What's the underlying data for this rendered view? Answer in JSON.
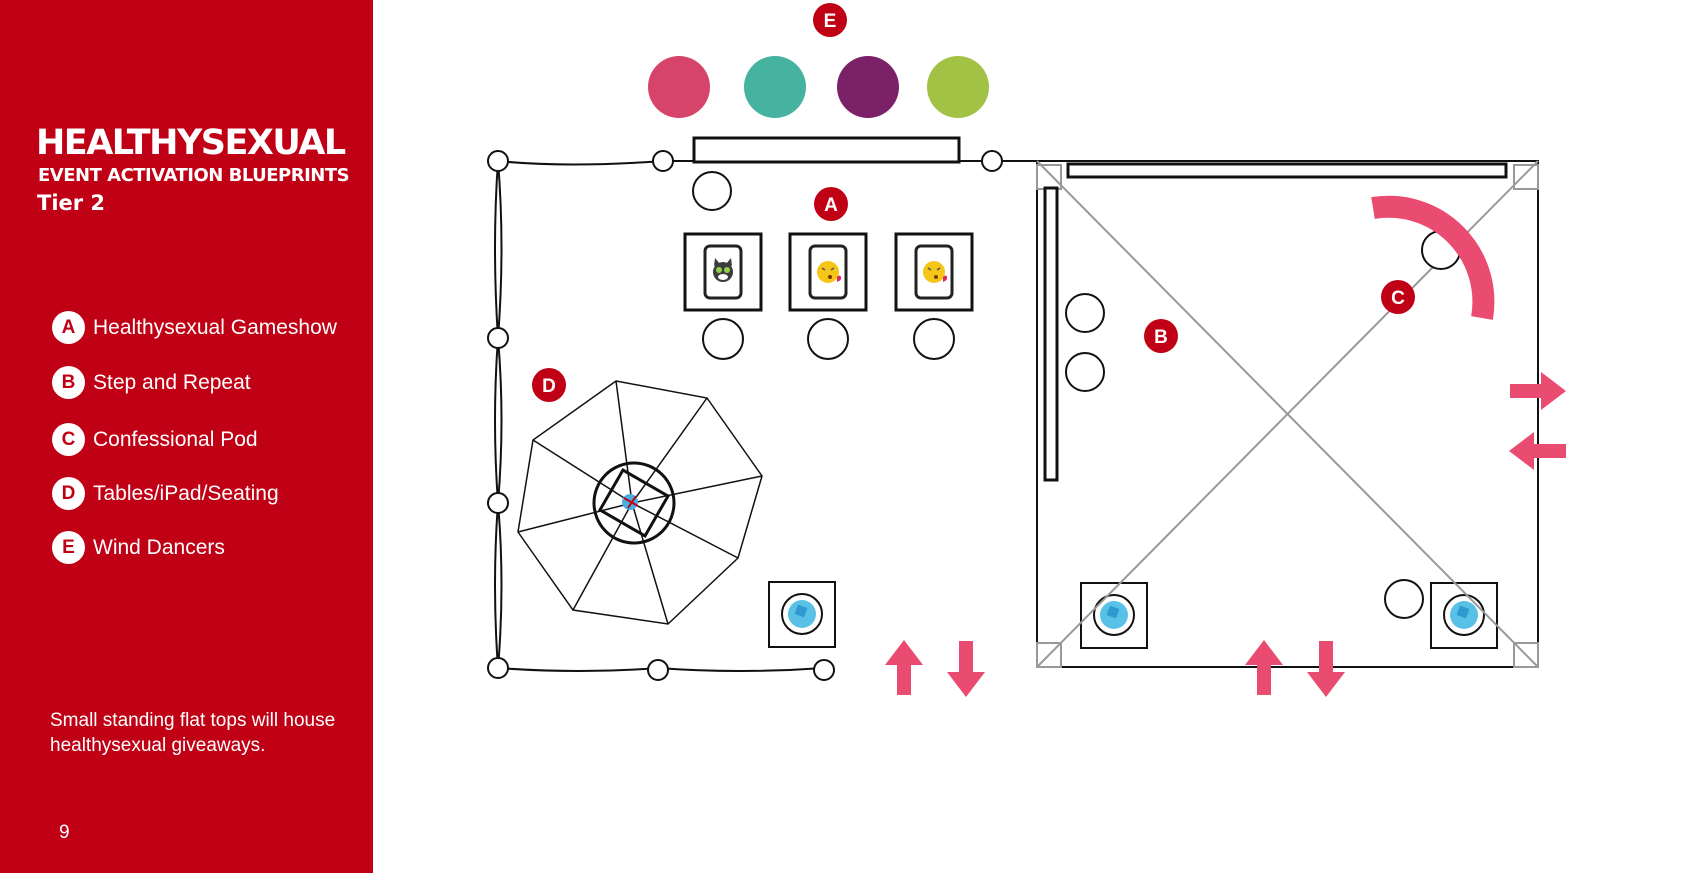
{
  "sidebar": {
    "brand": "HEALTHYSEXUAL",
    "subtitle": "EVENT ACTIVATION BLUEPRINTS",
    "tier": "Tier 2",
    "legend": [
      {
        "letter": "A",
        "label": "Healthysexual Gameshow"
      },
      {
        "letter": "B",
        "label": "Step and Repeat"
      },
      {
        "letter": "C",
        "label": "Confessional Pod"
      },
      {
        "letter": "D",
        "label": "Tables/iPad/Seating"
      },
      {
        "letter": "E",
        "label": "Wind Dancers"
      }
    ],
    "note": "Small standing flat tops will house healthysexual giveaways.",
    "page_number": "9"
  },
  "floorplan": {
    "markers": {
      "a": "A",
      "b": "B",
      "c": "C",
      "d": "D",
      "e": "E"
    },
    "wind_dancer_colors": [
      "#d6446a",
      "#46b3a0",
      "#7a2168",
      "#a2c245"
    ],
    "accent_color": "#c00014",
    "arrow_color": "#ea4b70",
    "ipad_icons": [
      "cat-emoji-icon",
      "kiss-emoji-icon",
      "kiss-emoji-icon"
    ]
  }
}
